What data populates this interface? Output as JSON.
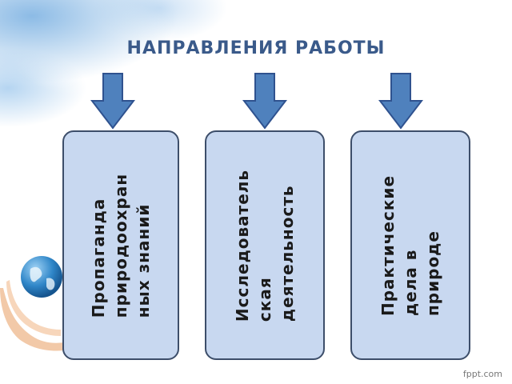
{
  "title": "НАПРАВЛЕНИЯ РАБОТЫ",
  "directions": [
    {
      "text": "Пропаганда\nприродоохран\nных знаний"
    },
    {
      "text": "Исследователь\nская\nдеятельность"
    },
    {
      "text": "Практические\nдела в\nприроде"
    }
  ],
  "watermark": "fppt.com",
  "colors": {
    "title": "#3a5a8a",
    "arrow_fill": "#4f81bd",
    "arrow_stroke": "#2f528f",
    "box_fill": "#c8d8f0",
    "box_border": "#3d4e6a"
  },
  "icons": [
    "globe-icon",
    "hands-icon",
    "arrow-down-icon"
  ]
}
